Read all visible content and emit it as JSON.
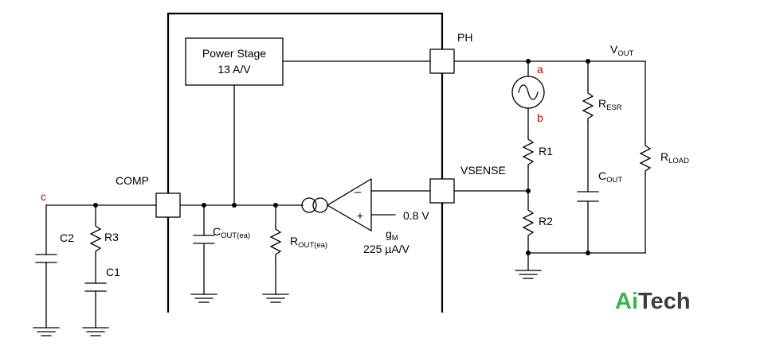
{
  "labels": {
    "power_stage_line1": "Power Stage",
    "power_stage_line2": "13 A/V",
    "ph": "PH",
    "comp": "COMP",
    "vsense": "VSENSE",
    "node_a": "a",
    "node_b": "b",
    "node_c": "c",
    "vout_main": "V",
    "vout_sub": "OUT",
    "resr_main": "R",
    "resr_sub": "ESR",
    "rload_main": "R",
    "rload_sub": "LOAD",
    "cout_main": "C",
    "cout_sub": "OUT",
    "r1": "R1",
    "r2": "R2",
    "r3": "R3",
    "c1": "C1",
    "c2": "C2",
    "cout_ea_main": "C",
    "cout_ea_sub": "OUT(ea)",
    "rout_ea_main": "R",
    "rout_ea_sub": "OUT(ea)",
    "opamp_minus": "–",
    "opamp_plus": "+",
    "vref": "0.8 V",
    "gm_main": "g",
    "gm_sub": "M",
    "gm_value": "225 µA/V"
  },
  "watermark": {
    "part1": "Ai",
    "part2": "Tech",
    "color1": "#3bb54a",
    "color2": "#3b3f44"
  },
  "colors": {
    "line": "#000000",
    "node_label": "#d00000"
  }
}
